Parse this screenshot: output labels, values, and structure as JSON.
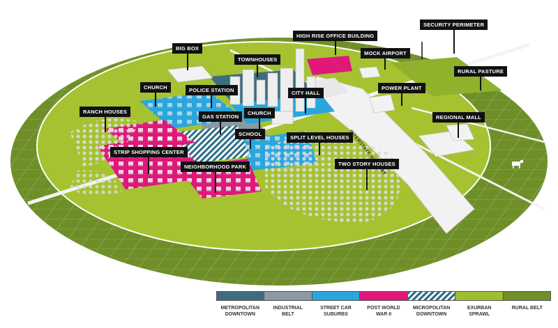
{
  "labels": {
    "big_box": "BIG BOX",
    "townhouses": "TOWNHOUSES",
    "high_rise": "HIGH RISE OFFICE BUILDING",
    "security_perimeter": "SECURITY PERIMETER",
    "mock_airport": "MOCK AIRPORT",
    "rural_pasture": "RURAL PASTURE",
    "church_1": "CHURCH",
    "police_station": "POLICE STATION",
    "city_hall": "CITY HALL",
    "power_plant": "POWER PLANT",
    "ranch_houses": "RANCH HOUSES",
    "gas_station": "GAS STATION",
    "church_2": "CHURCH",
    "regional_mall": "REGIONAL MALL",
    "school": "SCHOOL",
    "split_level_houses": "SPLIT LEVEL HOUSES",
    "strip_shopping_center": "STRIP SHOPPING CENTER",
    "two_story_houses": "TWO STORY HOUSES",
    "neighborhood_park": "NEIGHBORHOOD PARK",
    "interstate_highway": "INTERSTATE HIGHWAY"
  },
  "legend": [
    {
      "label": "METROPOLITAN\nDOWNTOWN",
      "color": "#3f6d7f",
      "pattern": "solid"
    },
    {
      "label": "INDUSTRIAL\nBELT",
      "color": "#8a9aa3",
      "pattern": "solid"
    },
    {
      "label": "STREET CAR\nSUBURBS",
      "color": "#2aa6dd",
      "pattern": "solid"
    },
    {
      "label": "POST WORLD\nWAR II",
      "color": "#e0187a",
      "pattern": "solid"
    },
    {
      "label": "MICROPOLITAN\nDOWNTOWN",
      "color": "#2f6e86",
      "pattern": "stripes"
    },
    {
      "label": "EXURBAN\nSPRAWL",
      "color": "#9ebe2e",
      "pattern": "solid"
    },
    {
      "label": "RURAL BELT",
      "color": "#6f8f2a",
      "pattern": "solid"
    }
  ],
  "colors": {
    "rural_belt": "#6e8f28",
    "exurban": "#a7c232",
    "street_car": "#2aa6dd",
    "post_war": "#e0187a",
    "metro": "#3f6d7f",
    "industrial": "#8a9aa3",
    "road": "#f2f2f2",
    "callout_bg": "#111111"
  }
}
